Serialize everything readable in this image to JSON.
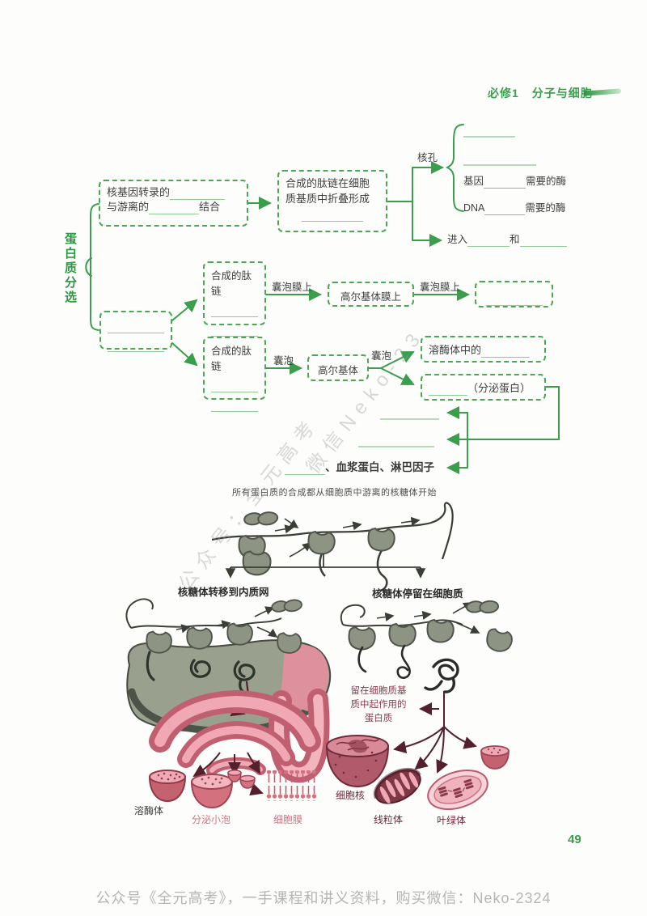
{
  "header": {
    "course": "必修1",
    "title": "分子与细胞"
  },
  "watermarks": {
    "wm1": "公众号：全元高考",
    "wm2": "微信Neko-23"
  },
  "flowchart": {
    "root": "蛋白质分选",
    "transcribe_l1": "核基因转录的",
    "transcribe_l2a": "与游离的",
    "transcribe_l2b": "结合",
    "fold_text": "合成的肽链在细胞质基质中折叠形成",
    "nuclear_pore": "核孔",
    "gene_prefix": "基因",
    "gene_suffix": "需要的酶",
    "dna_prefix": "DNA",
    "dna_suffix": "需要的酶",
    "enter": "进入",
    "and": "和",
    "peptide1": "合成的肽链",
    "peptide2": "合成的肽链",
    "vesicle_mem1": "囊泡膜上",
    "golgi_mem_box": "高尔基体膜上",
    "vesicle_mem2": "囊泡膜上",
    "vesicle1": "囊泡",
    "golgi_box": "高尔基体",
    "vesicle2": "囊泡",
    "in_lysosome": "溶酶体中的",
    "secretory": "（分泌蛋白）",
    "plasma": "、血浆蛋白、淋巴因子"
  },
  "diagram": {
    "caption": "所有蛋白质的合成都从细胞质中游离的核糖体开始",
    "to_er": "核糖体转移到内质网",
    "stay_cytosol": "核糖体停留在细胞质",
    "note_l1": "留在细胞质基",
    "note_l2": "质中起作用的",
    "note_l3": "蛋白质",
    "lysosome": "溶酶体",
    "secretory_vesicle": "分泌小泡",
    "cell_membrane": "细胞膜",
    "nucleus": "细胞核",
    "mitochondrion": "线粒体",
    "chloroplast": "叶绿体"
  },
  "footer": {
    "text": "公众号《全元高考》，一手课程和讲义资料，购买微信：Neko-2324",
    "page": "49"
  },
  "colors": {
    "green": "#3a9e4d",
    "pink": "#d4717f",
    "maroon": "#6e2836",
    "olive": "#8e9484"
  }
}
